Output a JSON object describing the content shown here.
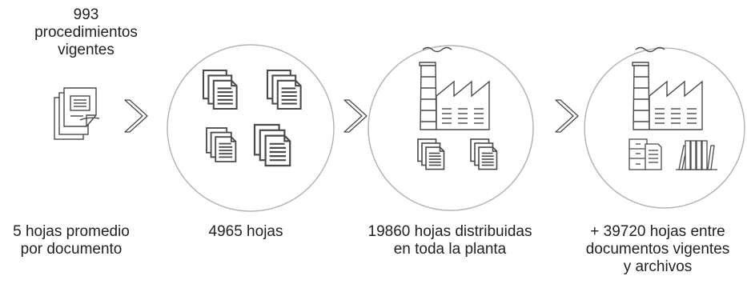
{
  "intro": {
    "count_text": "993\nprocedimientos\nvigentes"
  },
  "steps": [
    {
      "label": "5 hojas promedio\npor documento",
      "icon": "single-document-stack-icon"
    },
    {
      "label": "4965 hojas",
      "icon": "document-stacks-icon"
    },
    {
      "label": "19860 hojas distribuidas\nen toda la planta",
      "icon": "factory-with-documents-icon"
    },
    {
      "label": "+ 39720 hojas entre\ndocumentos vigentes\ny archivos",
      "icon": "factory-with-archives-icon"
    }
  ],
  "colors": {
    "stroke": "#4a4a4a",
    "circle": "#b5b5b5",
    "text": "#222222"
  }
}
